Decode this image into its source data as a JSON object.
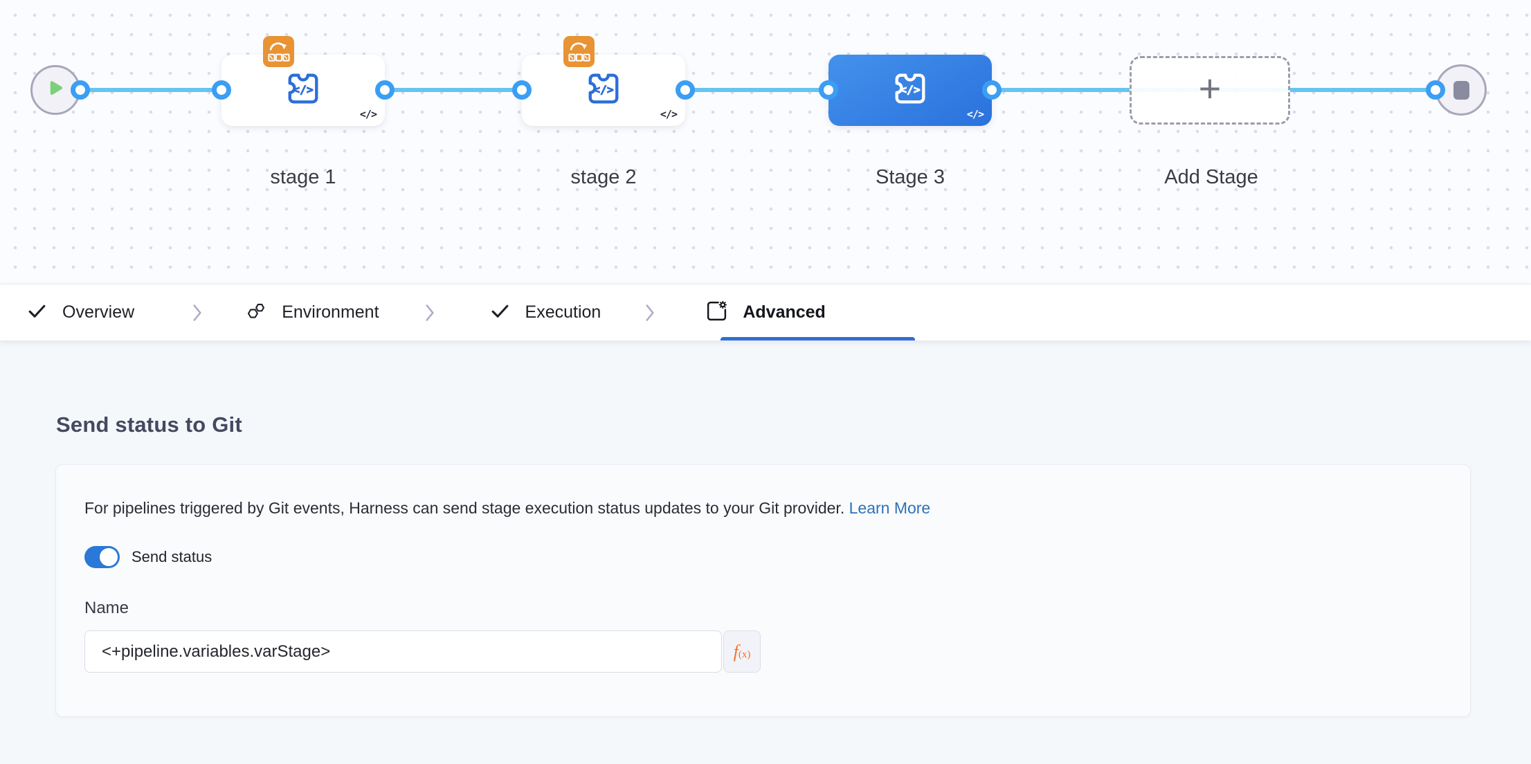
{
  "canvas": {
    "stages": [
      {
        "label": "stage 1"
      },
      {
        "label": "stage 2"
      },
      {
        "label": "Stage 3"
      },
      {
        "label": "Add Stage"
      }
    ],
    "code_glyph": "</>",
    "add_glyph": "+"
  },
  "tabs": {
    "separator": "›",
    "items": [
      {
        "label": "Overview"
      },
      {
        "label": "Environment"
      },
      {
        "label": "Execution"
      },
      {
        "label": "Advanced"
      }
    ],
    "active": "Advanced"
  },
  "panel": {
    "title": "Send status to Git",
    "description": "For pipelines triggered by Git events, Harness can send stage execution status updates to your Git provider.",
    "link_label": "Learn More",
    "toggle_label": "Send status",
    "toggle_on": true,
    "name_label": "Name",
    "name_value": "<+pipeline.variables.varStage>",
    "expression_f": "f",
    "expression_sub": "(x)"
  },
  "colors": {
    "accent_blue": "#2e6fd2",
    "connector_blue": "#3b9ef3",
    "line_blue": "#67c4f1",
    "selected_node_blue": "#2f7be4",
    "node_icon_blue": "#2b6ed8",
    "badge_orange": "#e89334",
    "expression_orange": "#f3732b",
    "link_blue": "#2f71b8",
    "play_green": "#7cd07a"
  }
}
